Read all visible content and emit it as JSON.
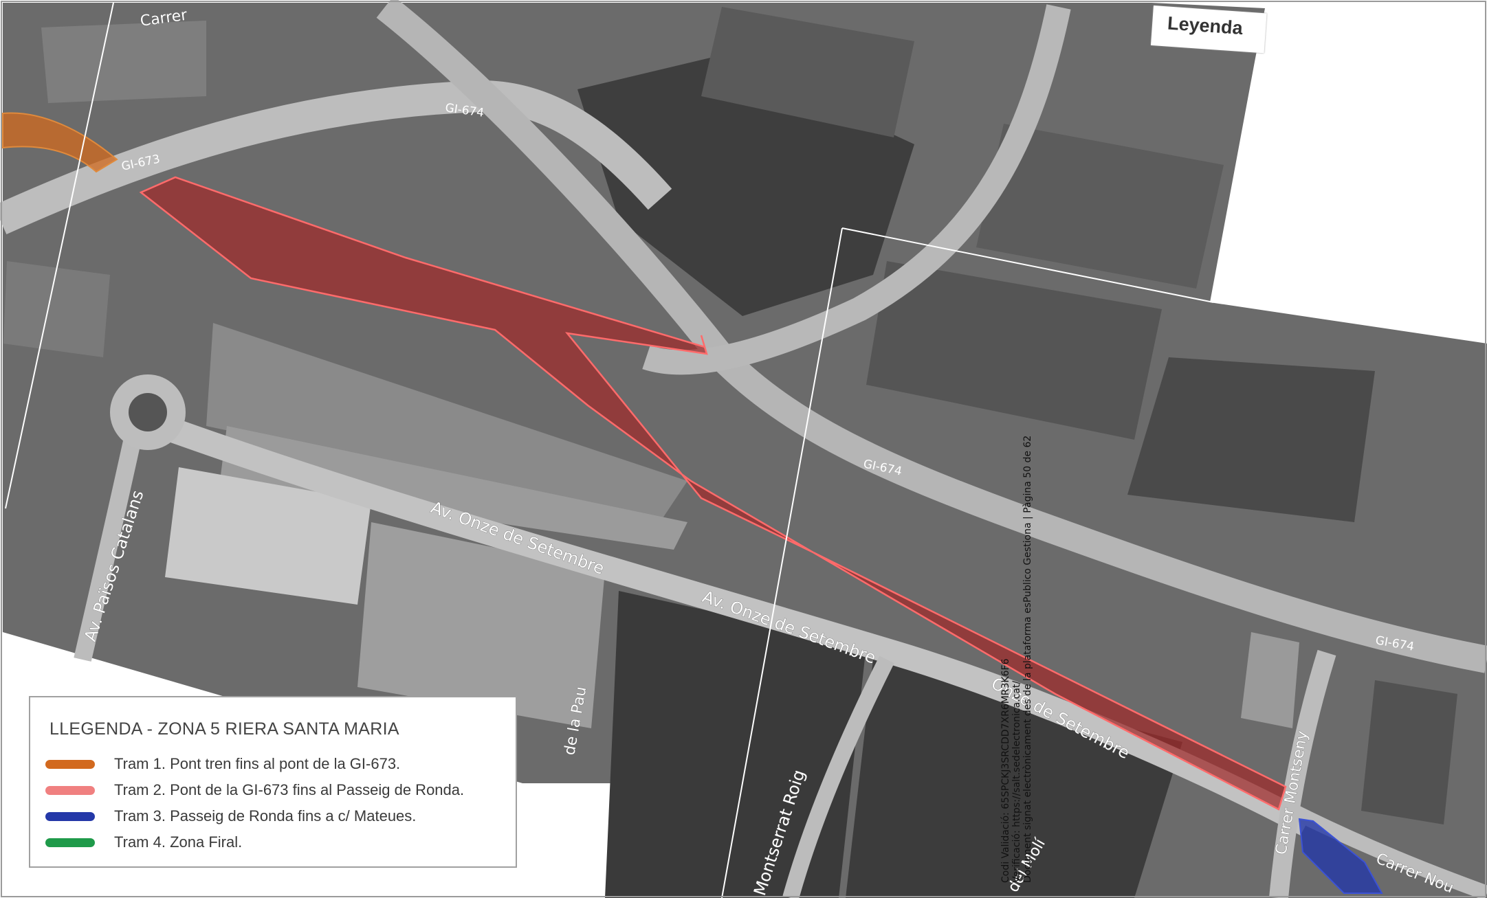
{
  "colors": {
    "tram1": "#d2691e",
    "tram2": "#f08080",
    "tram3": "#2438a8",
    "tram4": "#1f9a4a",
    "zone_fill": "#a02a2a",
    "zone_outline": "#ff6b6b"
  },
  "map": {
    "road_codes": {
      "gi674_a": "GI-674",
      "gi673": "GI-673",
      "gi674_b": "GI-674",
      "gi674_c": "GI-674"
    },
    "streets": {
      "onze_upper": "Av. Onze de Setembre",
      "onze_lower": "Av. Onze de Setembre",
      "onze_right": "Onze de Setembre",
      "paisos": "Av. Països Catalans",
      "montserrat": "Montserrat Roig",
      "molt": "del Molí",
      "montseny": "Carrer Montseny",
      "nou": "Carrer Nou",
      "pau": "de la Pau",
      "top_left": "Carrer"
    }
  },
  "overlay_legend": {
    "label": "Leyenda"
  },
  "legend": {
    "title": "LLEGENDA - ZONA 5 RIERA SANTA MARIA",
    "items": [
      {
        "label": "Tram 1. Pont tren fins al pont de la GI-673.",
        "color": "#d2691e"
      },
      {
        "label": "Tram 2. Pont de la GI-673 fins al Passeig de Ronda.",
        "color": "#f08080"
      },
      {
        "label": "Tram 3. Passeig de Ronda fins a c/ Mateues.",
        "color": "#2438a8"
      },
      {
        "label": "Tram 4. Zona Firal.",
        "color": "#1f9a4a"
      }
    ]
  },
  "validation": {
    "line1": "Codi Validació: 65SPCKJ3SRCDD7XR6MR3K6F6",
    "line2": "Verificació: https://salt.sedelectronica.cat/",
    "line3": "Document signat electrònicament des de la plataforma esPublico Gestiona | Pàgina 50 de 62"
  }
}
